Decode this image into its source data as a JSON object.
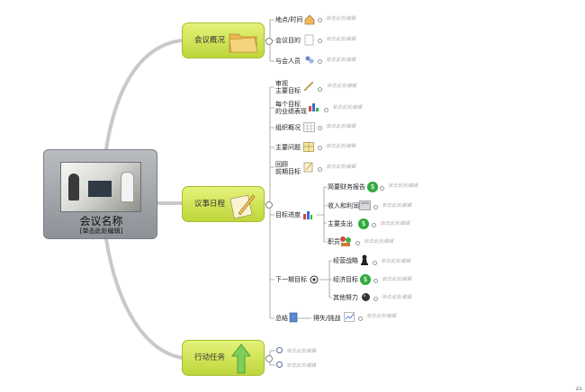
{
  "central": {
    "title": "会议名称",
    "subtitle": "[单击此处编辑]"
  },
  "edit_hint": "单击此处编辑",
  "topics": [
    {
      "label": "会议概况"
    },
    {
      "label": "议事日程"
    },
    {
      "label": "行动任务"
    }
  ],
  "overview": [
    "地点/时间",
    "会议目的",
    "与会人员"
  ],
  "agenda": {
    "review": [
      "审视",
      "主要目标"
    ],
    "each": [
      "每个目标",
      "的业绩表现"
    ],
    "org": "组织概况",
    "issues": "主要问题",
    "recap": [
      "回顾",
      "前期目标"
    ],
    "progress": "目标进度",
    "progress_items": [
      "简要财务报告",
      "收入和利润",
      "主要支出",
      "职员"
    ],
    "next": "下一期目标",
    "next_items": [
      "经营战略",
      "经济目标",
      "其他努力"
    ],
    "summary": "总结",
    "summary_item": "得失/挑战"
  },
  "footer": "2/1"
}
